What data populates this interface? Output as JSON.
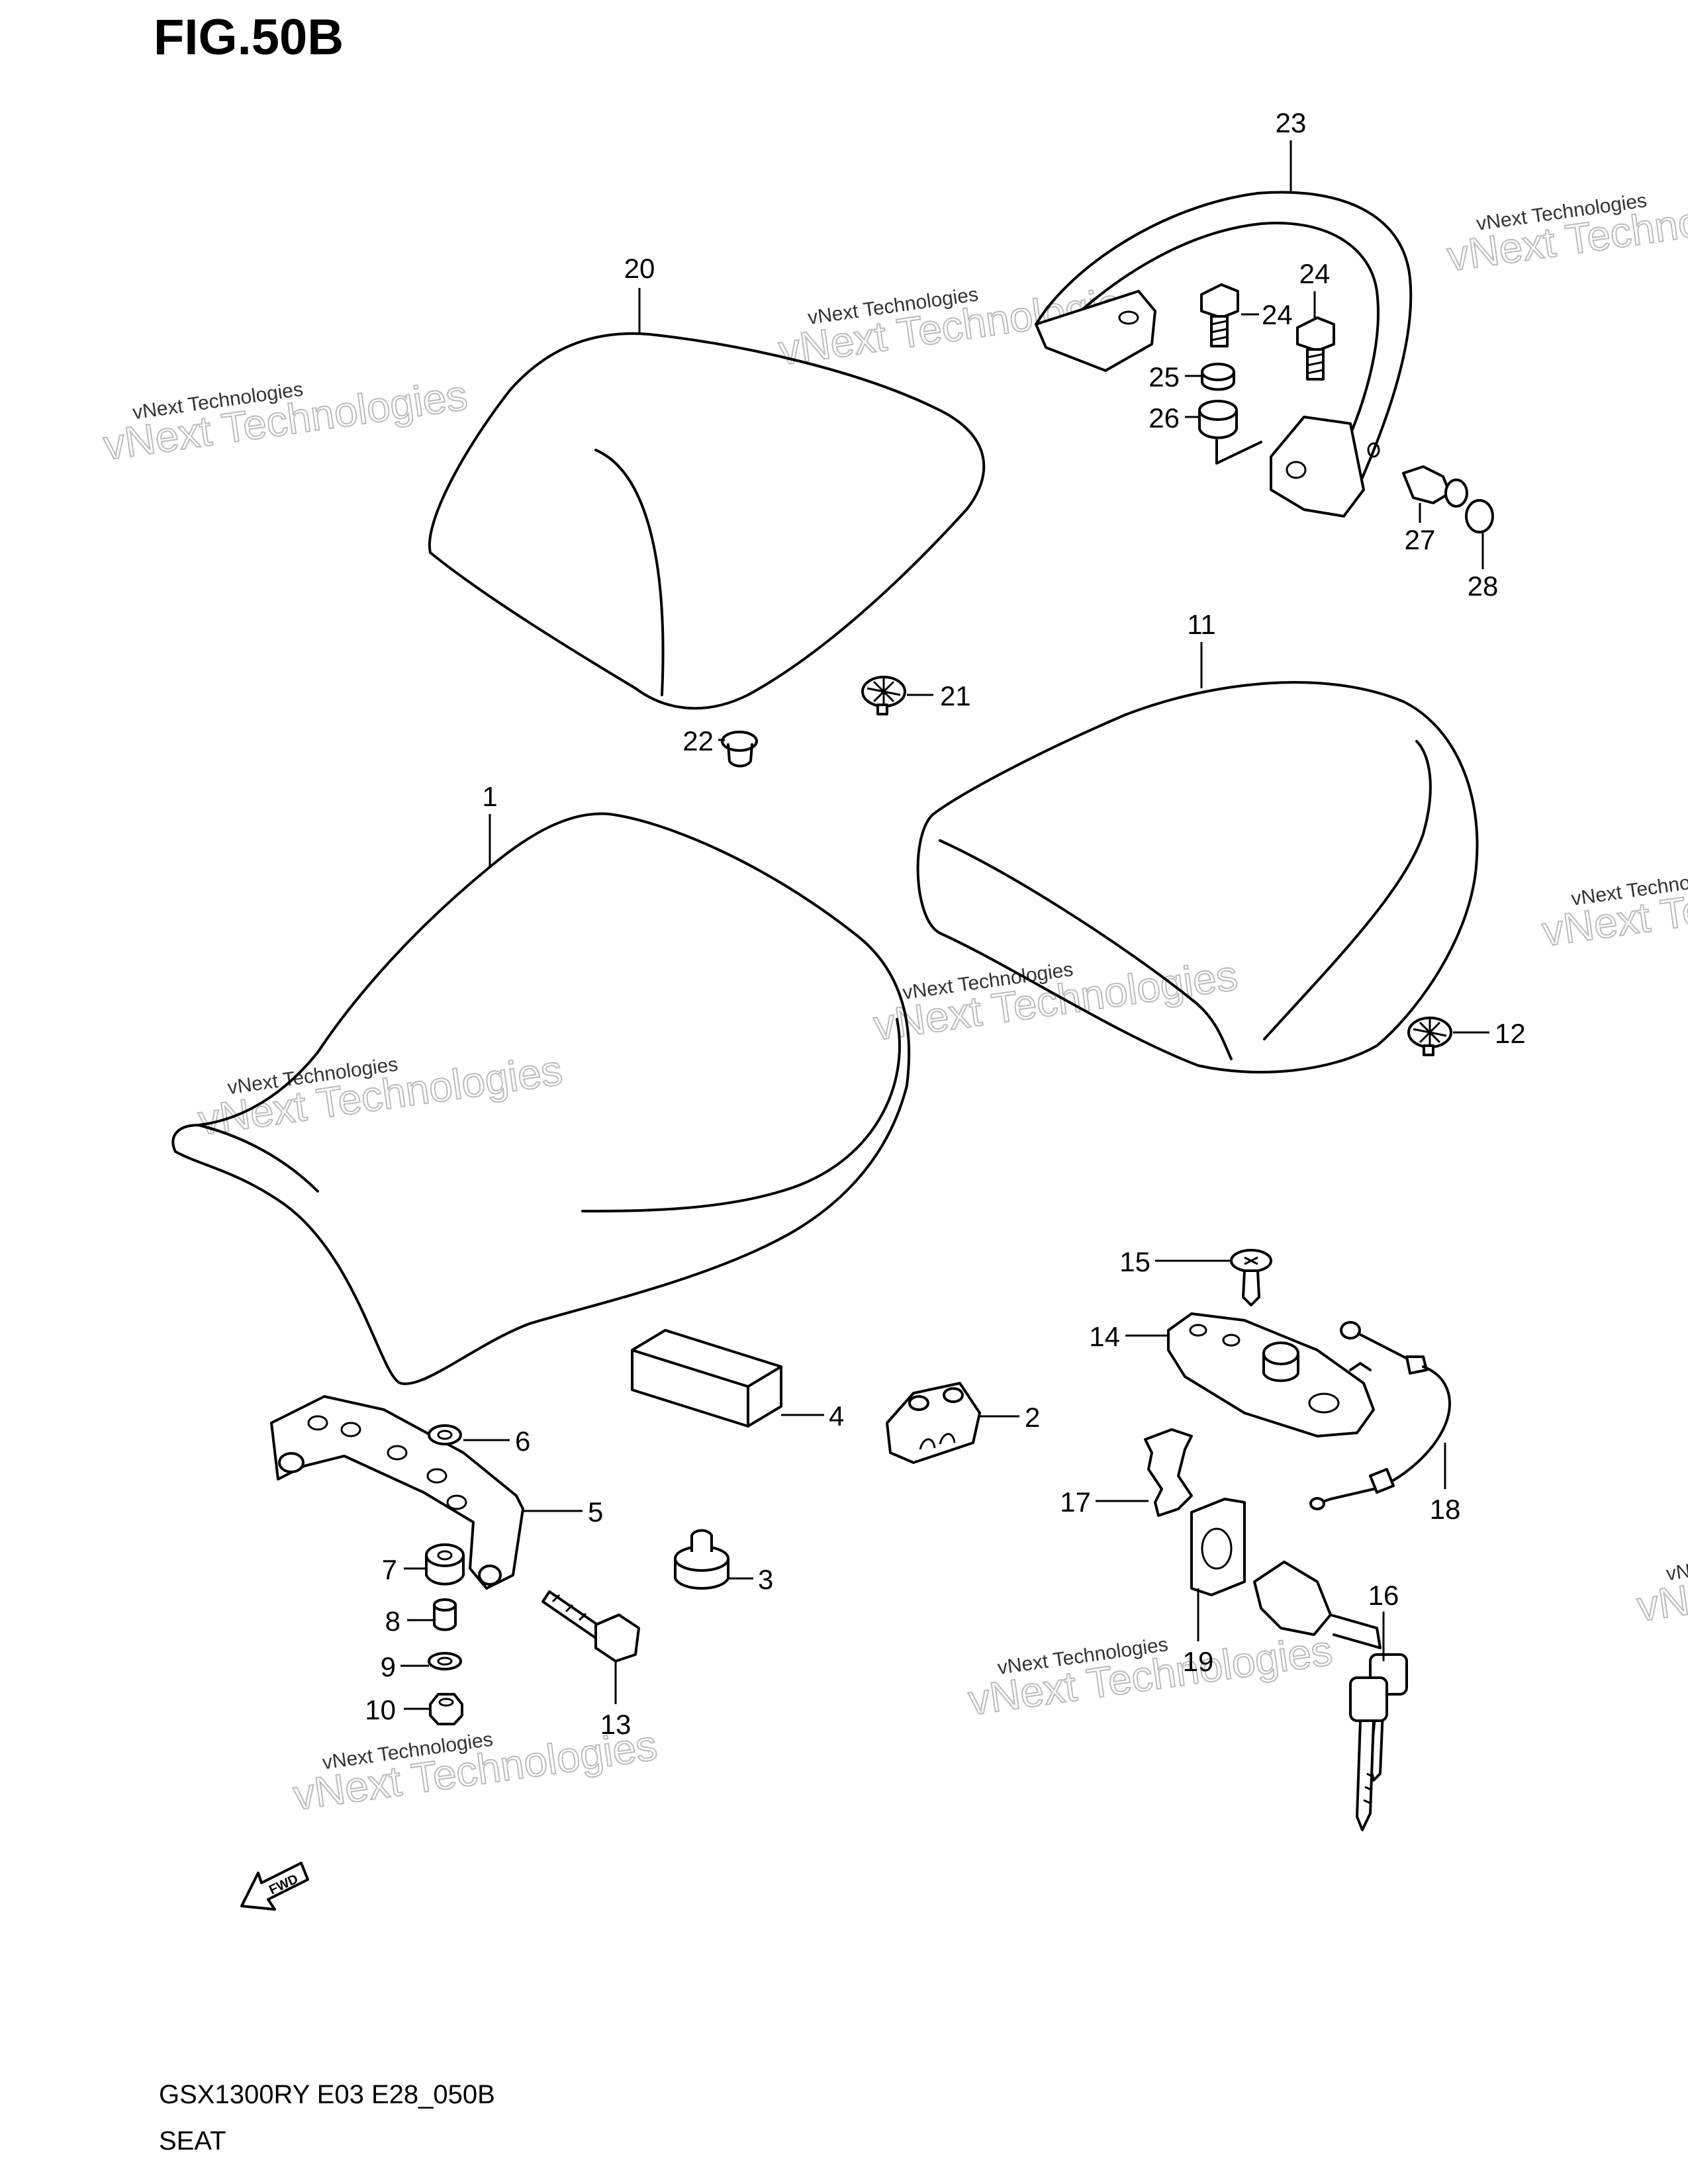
{
  "figure_title": "FIG.50B",
  "footer": {
    "model_code": "GSX1300RY E03 E28_050B",
    "section_name": "SEAT"
  },
  "watermark": {
    "line1": "vNext Technologies",
    "line2": "vNext Technologies"
  },
  "fwd_label": "FWD",
  "callouts": {
    "c1": "1",
    "c2": "2",
    "c3": "3",
    "c4": "4",
    "c5": "5",
    "c6": "6",
    "c7": "7",
    "c8": "8",
    "c9": "9",
    "c10": "10",
    "c11": "11",
    "c12": "12",
    "c13": "13",
    "c14": "14",
    "c15": "15",
    "c16": "16",
    "c17": "17",
    "c18": "18",
    "c19": "19",
    "c20": "20",
    "c21": "21",
    "c22": "22",
    "c23": "23",
    "c24a": "24",
    "c24b": "24",
    "c25": "25",
    "c26": "26",
    "c27": "27",
    "c28": "28"
  }
}
